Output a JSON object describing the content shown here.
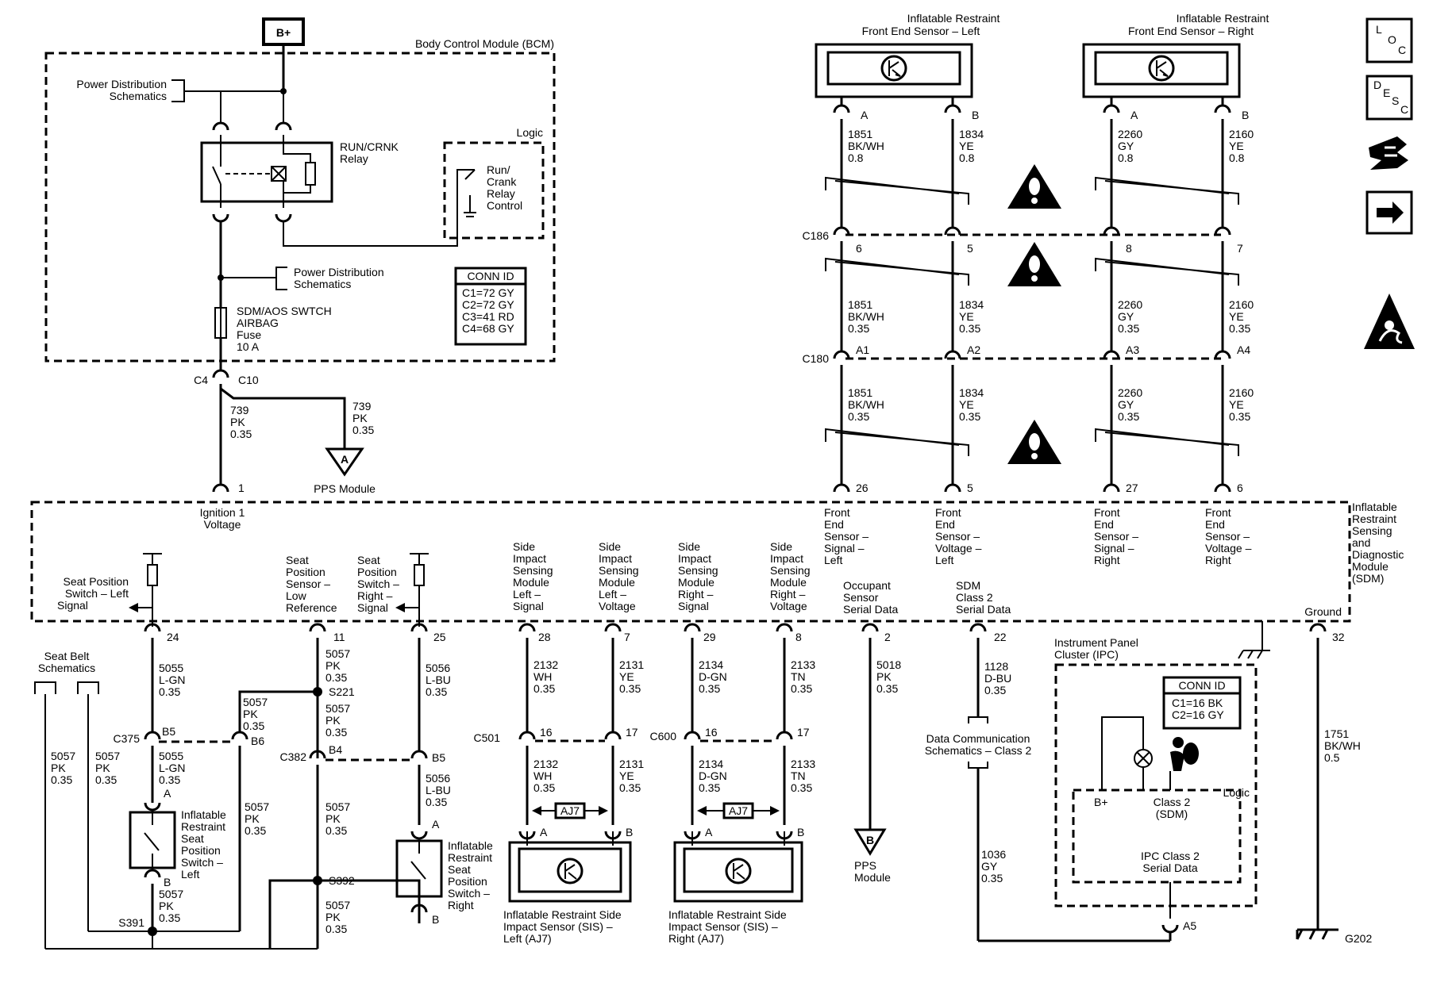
{
  "power": {
    "label": "B+"
  },
  "bcm": {
    "title": "Body Control Module (BCM)",
    "power_dist_top": [
      "Power Distribution",
      "Schematics"
    ],
    "relay_label": [
      "RUN/CRNK",
      "Relay"
    ],
    "logic_label": "Logic",
    "relay_control": [
      "Run/",
      "Crank",
      "Relay",
      "Control"
    ],
    "power_dist_mid": [
      "Power Distribution",
      "Schematics"
    ],
    "fuse_label": [
      "SDM/AOS SWTCH",
      "AIRBAG",
      "Fuse",
      "10 A"
    ],
    "conn_id_title": "CONN ID",
    "conn_ids": [
      "C1=72 GY",
      "C2=72 GY",
      "C3=41 RD",
      "C4=68 GY"
    ]
  },
  "feed": {
    "c4": "C4",
    "c10": "C10",
    "wire_left": [
      "739",
      "PK",
      "0.35"
    ],
    "wire_right": [
      "739",
      "PK",
      "0.35"
    ],
    "pps_marker": "A",
    "pps_label": "PPS Module",
    "pin": "1"
  },
  "front_sensors": [
    {
      "title": [
        "Inflatable Restraint",
        "Front End Sensor – Left"
      ]
    },
    {
      "title": [
        "Inflatable Restraint",
        "Front End Sensor – Right"
      ]
    }
  ],
  "front_wires": [
    {
      "top_pin": "A",
      "circuit": "1851",
      "color": "BK/WH",
      "gauge_top": "0.8",
      "gauge": "0.35",
      "c186_pin": "6",
      "c180_pin": "A1",
      "sdm_pin": "26",
      "sdm_label": [
        "Front",
        "End",
        "Sensor –",
        "Signal –",
        "Left"
      ]
    },
    {
      "top_pin": "B",
      "circuit": "1834",
      "color": "YE",
      "gauge_top": "0.8",
      "gauge": "0.35",
      "c186_pin": "5",
      "c180_pin": "A2",
      "sdm_pin": "5",
      "sdm_label": [
        "Front",
        "End",
        "Sensor –",
        "Voltage –",
        "Left"
      ]
    },
    {
      "top_pin": "A",
      "circuit": "2260",
      "color": "GY",
      "gauge_top": "0.8",
      "gauge": "0.35",
      "c186_pin": "8",
      "c180_pin": "A3",
      "sdm_pin": "27",
      "sdm_label": [
        "Front",
        "End",
        "Sensor –",
        "Signal –",
        "Right"
      ]
    },
    {
      "top_pin": "B",
      "circuit": "2160",
      "color": "YE",
      "gauge_top": "0.8",
      "gauge": "0.35",
      "c186_pin": "7",
      "c180_pin": "A4",
      "sdm_pin": "6",
      "sdm_label": [
        "Front",
        "End",
        "Sensor –",
        "Voltage –",
        "Right"
      ]
    }
  ],
  "connectors": {
    "c186": "C186",
    "c180": "C180",
    "c375": "C375",
    "c382": "C382",
    "c501": "C501",
    "c600": "C600"
  },
  "sdm": {
    "title": [
      "Inflatable",
      "Restraint",
      "Sensing",
      "and",
      "Diagnostic",
      "Module",
      "(SDM)"
    ],
    "ignition": [
      "Ignition 1",
      "Voltage"
    ],
    "ground_label": "Ground",
    "ground_pin": "32"
  },
  "seat_left": {
    "label": [
      "Seat Position",
      "Switch – Left",
      "Signal"
    ],
    "pin": "24",
    "wire1": [
      "5055",
      "L-GN",
      "0.35"
    ],
    "c375_pin": "B5",
    "wire2": [
      "5055",
      "L-GN",
      "0.35"
    ],
    "pin_a": "A",
    "pin_b": "B",
    "switch_label": [
      "Inflatable",
      "Restraint",
      "Seat",
      "Position",
      "Switch –",
      "Left"
    ],
    "wire3": [
      "5057",
      "PK",
      "0.35"
    ],
    "splice": "S391"
  },
  "seat_lowref": {
    "label": [
      "Seat",
      "Position",
      "Sensor –",
      "Low",
      "Reference"
    ],
    "pin": "11",
    "wire1": [
      "5057",
      "PK",
      "0.35"
    ],
    "splice1": "S221",
    "wire2": [
      "5057",
      "PK",
      "0.35"
    ],
    "c382_pin": "B4",
    "wire3": [
      "5057",
      "PK",
      "0.35"
    ],
    "splice2": "S392",
    "wire4": [
      "5057",
      "PK",
      "0.35"
    ],
    "branch_wire": [
      "5057",
      "PK",
      "0.35"
    ],
    "c375_b6": "B6",
    "b6_wire": [
      "5057",
      "PK",
      "0.35"
    ]
  },
  "seat_right": {
    "label": [
      "Seat",
      "Position",
      "Switch –",
      "Right –",
      "Signal"
    ],
    "pin": "25",
    "wire1": [
      "5056",
      "L-BU",
      "0.35"
    ],
    "c382_pin": "B5",
    "wire2": [
      "5056",
      "L-BU",
      "0.35"
    ],
    "pin_a": "A",
    "pin_b": "B",
    "switch_label": [
      "Inflatable",
      "Restraint",
      "Seat",
      "Position",
      "Switch –",
      "Right"
    ]
  },
  "seatbelt": {
    "label": [
      "Seat Belt",
      "Schematics"
    ],
    "wire1": [
      "5057",
      "PK",
      "0.35"
    ],
    "wire2": [
      "5057",
      "PK",
      "0.35"
    ]
  },
  "sis": [
    {
      "labels": [
        [
          "Side",
          "Impact",
          "Sensing",
          "Module",
          "Left –",
          "Signal"
        ],
        [
          "Side",
          "Impact",
          "Sensing",
          "Module",
          "Left –",
          "Voltage"
        ]
      ],
      "pins": [
        "28",
        "7"
      ],
      "conn_pins": [
        "16",
        "17"
      ],
      "wires_top": [
        [
          "2132",
          "WH",
          "0.35"
        ],
        [
          "2131",
          "YE",
          "0.35"
        ]
      ],
      "wires_bottom": [
        [
          "2132",
          "WH",
          "0.35"
        ],
        [
          "2131",
          "YE",
          "0.35"
        ]
      ],
      "tag": "AJ7",
      "sensor_pins": [
        "A",
        "B"
      ],
      "name": [
        "Inflatable Restraint Side",
        "Impact Sensor (SIS) –",
        "Left (AJ7)"
      ]
    },
    {
      "labels": [
        [
          "Side",
          "Impact",
          "Sensing",
          "Module",
          "Right –",
          "Signal"
        ],
        [
          "Side",
          "Impact",
          "Sensing",
          "Module",
          "Right –",
          "Voltage"
        ]
      ],
      "pins": [
        "29",
        "8"
      ],
      "conn_pins": [
        "16",
        "17"
      ],
      "wires_top": [
        [
          "2134",
          "D-GN",
          "0.35"
        ],
        [
          "2133",
          "TN",
          "0.35"
        ]
      ],
      "wires_bottom": [
        [
          "2134",
          "D-GN",
          "0.35"
        ],
        [
          "2133",
          "TN",
          "0.35"
        ]
      ],
      "tag": "AJ7",
      "sensor_pins": [
        "A",
        "B"
      ],
      "name": [
        "Inflatable Restraint Side",
        "Impact Sensor (SIS) –",
        "Right (AJ7)"
      ]
    }
  ],
  "occupant": {
    "label": [
      "Occupant",
      "Sensor",
      "Serial Data"
    ],
    "pin": "2",
    "wire": [
      "5018",
      "PK",
      "0.35"
    ],
    "marker": "B",
    "module": [
      "PPS",
      "Module"
    ]
  },
  "class2": {
    "label": [
      "SDM",
      "Class 2",
      "Serial Data"
    ],
    "pin": "22",
    "wire1": [
      "1128",
      "D-BU",
      "0.35"
    ],
    "schem": [
      "Data Communication",
      "Schematics – Class 2"
    ],
    "wire2": [
      "1036",
      "GY",
      "0.35"
    ],
    "ipc_pin": "A5"
  },
  "ipc": {
    "title": [
      "Instrument Panel",
      "Cluster (IPC)"
    ],
    "conn_id_title": "CONN ID",
    "conn_ids": [
      "C1=16 BK",
      "C2=16 GY"
    ],
    "logic": "Logic",
    "bplus": "B+",
    "class2_sdm": [
      "Class 2",
      "(SDM)"
    ],
    "serial": [
      "IPC Class 2",
      "Serial Data"
    ]
  },
  "ground": {
    "wire": [
      "1751",
      "BK/WH",
      "0.5"
    ],
    "name": "G202"
  },
  "side_icons": [
    "loc-icon",
    "desc-icon",
    "connector-icon",
    "next-icon",
    "esd-icon"
  ]
}
